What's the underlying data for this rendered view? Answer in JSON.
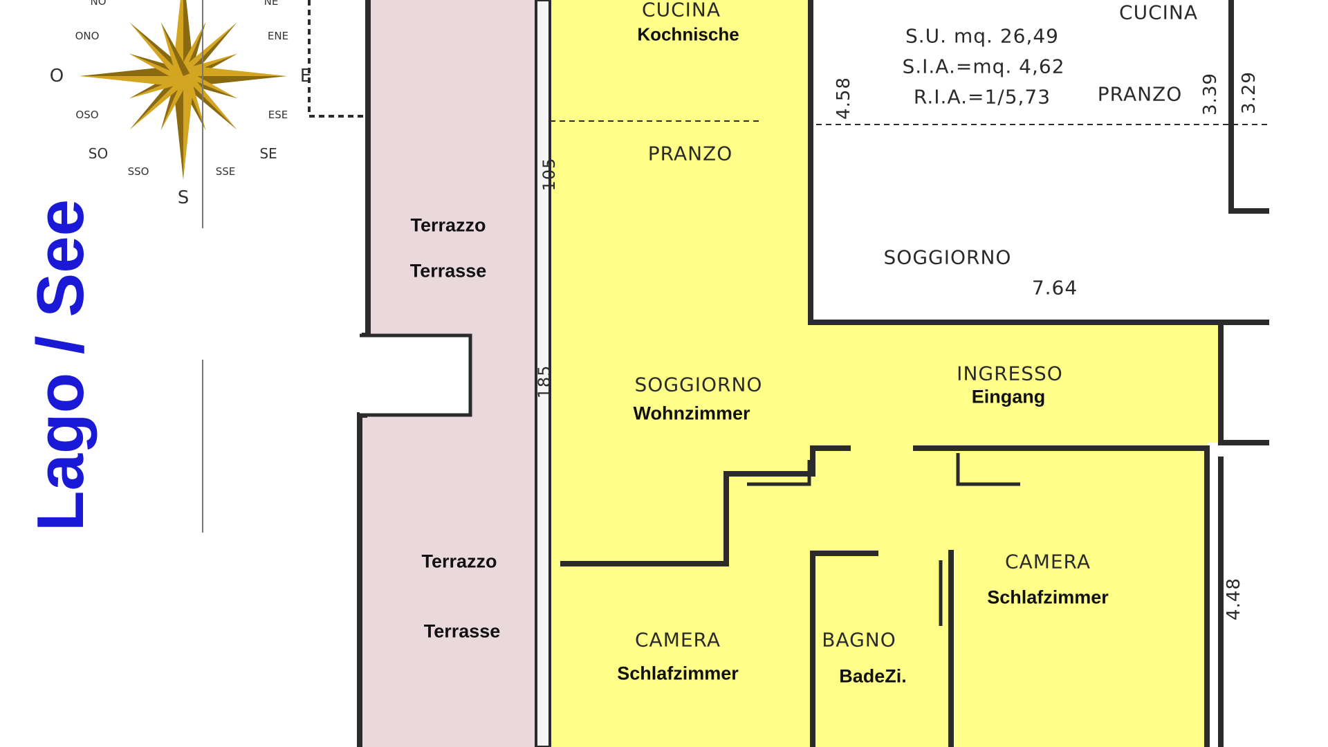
{
  "lake_label": "Lago / See",
  "colors": {
    "room_fill": "#fefe88",
    "terrace_fill": "#ead9dc",
    "wall": "#2b2b2b",
    "lake_text": "#1a1ad6",
    "compass_gold": "#d4a520"
  },
  "compass": {
    "north_labels": [
      "NO",
      "NE"
    ],
    "ono": "ONO",
    "ene": "ENE",
    "west": "O",
    "east": "E",
    "oso": "OSO",
    "ese": "ESE",
    "so": "SO",
    "se": "SE",
    "sso": "SSO",
    "sse": "SSE",
    "south": "S"
  },
  "rooms": {
    "kitchen": {
      "it": "CUCINA",
      "de": "Kochnische"
    },
    "dining": {
      "it": "PRANZO"
    },
    "living": {
      "it": "SOGGIORNO",
      "de": "Wohnzimmer"
    },
    "entrance": {
      "it": "INGRESSO",
      "de": "Eingang"
    },
    "bedroom_1": {
      "it": "CAMERA",
      "de": "Schlafzimmer"
    },
    "bathroom": {
      "it": "BAGNO",
      "de": "BadeZi."
    },
    "bedroom_2": {
      "it": "CAMERA",
      "de": "Schlafzimmer"
    },
    "terrace_1": {
      "it": "Terrazzo",
      "de": "Terrasse"
    },
    "terrace_2": {
      "it": "Terrazzo",
      "de": "Terrasse"
    }
  },
  "neighbor": {
    "kitchen": "CUCINA",
    "su": "S.U. mq. 26,49",
    "sia": "S.I.A.=mq. 4,62",
    "ria": "R.I.A.=1/5,73",
    "dining": "PRANZO",
    "living": "SOGGIORNO",
    "width": "7.64"
  },
  "dimensions": {
    "d458": "4.58",
    "d339": "3.39",
    "d329": "3.29",
    "d448": "4.48",
    "d105": "105",
    "d185": "185"
  }
}
